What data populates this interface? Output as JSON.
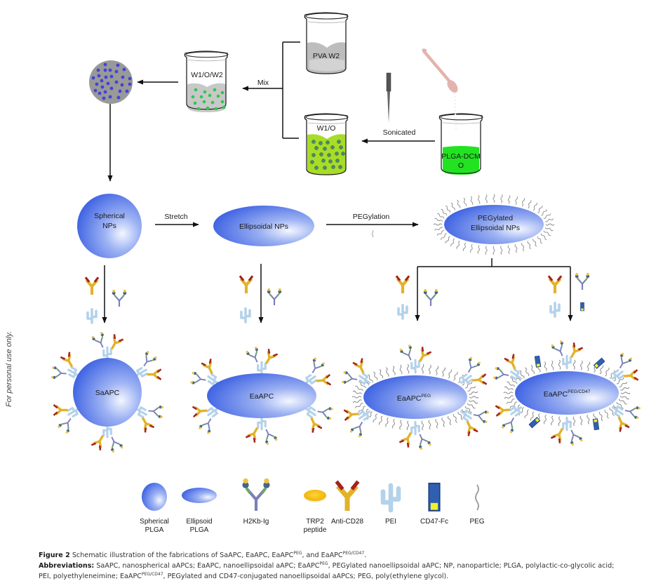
{
  "side_note": "For personal use only.",
  "top": {
    "beakers": {
      "pva": "PVA W2",
      "w1o": "W1/O",
      "w1ow2": "W1/O/W2",
      "plga_line1": "PLGA-DCM",
      "plga_line2": "O"
    },
    "arrows": {
      "mix": "Mix",
      "sonicated": "Sonicated"
    }
  },
  "middle": {
    "spherical_line1": "Spherical",
    "spherical_line2": "NPs",
    "stretch": "Stretch",
    "ellipsoidal": "Ellipsoidal NPs",
    "pegylation": "PEGylation",
    "pegylated_line1": "PEGylated",
    "pegylated_line2": "Ellipsoidal NPs"
  },
  "products": {
    "saapc": "SaAPC",
    "eaapc": "EaAPC",
    "eaapc_peg_base": "EaAPC",
    "eaapc_peg_sup": "PEG",
    "eaapc_pegcd47_base": "EaAPC",
    "eaapc_pegcd47_sup": "PEG/CD47"
  },
  "legend": [
    {
      "icon": "spherical-plga",
      "line1": "Spherical",
      "line2": "PLGA"
    },
    {
      "icon": "ellipsoid-plga",
      "line1": "Ellipsoid",
      "line2": "PLGA"
    },
    {
      "icon": "h2kb-ig",
      "line1": "H2Kb-Ig",
      "line2": ""
    },
    {
      "icon": "trp2-peptide",
      "line1": "TRP2",
      "line2": "peptide"
    },
    {
      "icon": "anti-cd28",
      "line1": "Anti-CD28",
      "line2": ""
    },
    {
      "icon": "pei",
      "line1": "PEI",
      "line2": ""
    },
    {
      "icon": "cd47-fc",
      "line1": "CD47-Fc",
      "line2": ""
    },
    {
      "icon": "peg",
      "line1": "PEG",
      "line2": ""
    }
  ],
  "caption": {
    "figure_label": "Figure 2",
    "title_pre": " Schematic illustration of the fabrications of SaAPC, EaAPC, EaAPC",
    "title_sup1": "PEG",
    "title_mid": ", and EaAPC",
    "title_sup2": "PEG/CD47",
    "title_end": ".",
    "abbr_label": "Abbreviations:",
    "abbr_1": " SaAPC, nanospherical aAPCs; EaAPC, nanoellipsoidal aAPC; EaAPC",
    "abbr_sup1": "PEG",
    "abbr_2": ", PEGylated nanoellipsoidal aAPC; NP, nanoparticle; PLGA, polylactic-co-glycolic acid;",
    "abbr_3": "PEI, polyethyleneimine; EaAPC",
    "abbr_sup2": "PEG/CD47",
    "abbr_4": ", PEGylated and CD47-conjugated nanoellipsoidal aAPCs; PEG, poly(ethylene glycol)."
  },
  "colors": {
    "particle_blue": "#3d63e6",
    "particle_light": "#e8eeff",
    "w1o_green": "#a8dc28",
    "plga_green": "#22e222",
    "gray_liquid": "#bdbdbd",
    "anti_cd28_gold": "#e2b22a",
    "anti_cd28_red": "#a4221a",
    "pei_blue": "#b4d2ea",
    "cd47_blue": "#2f5fb0",
    "cd47_yellow": "#f2f22a"
  }
}
